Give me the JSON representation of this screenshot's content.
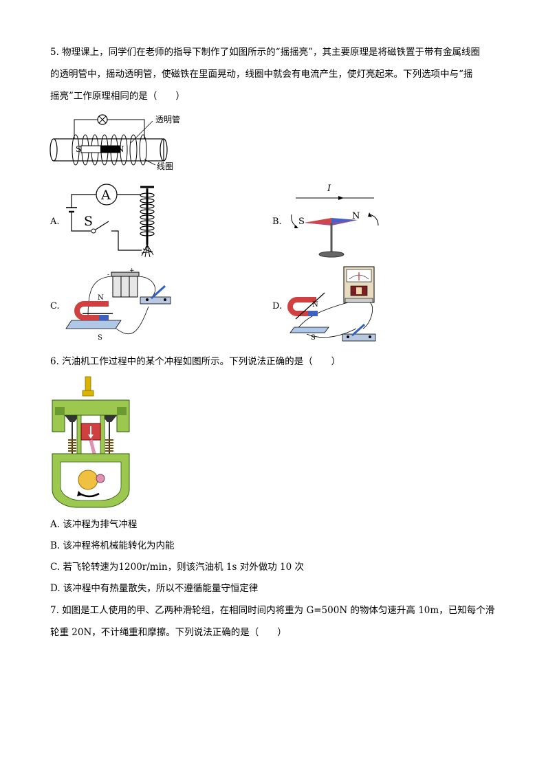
{
  "q5": {
    "line1": "5. 物理课上，同学们在老师的指导下制作了如图所示的“摇摇亮”，其主要原理是将磁铁置于带有金属线圈",
    "line2": "的透明管中，摇动透明管，使磁铁在里面晃动，线圈中就会有电流产生，使灯亮起来。下列选项中与“摇",
    "line3": "摇亮”工作原理相同的是（　　）",
    "fig_tube_label": "透明管",
    "fig_coil_label": "线圈",
    "fig_s": "S",
    "fig_n": "N",
    "opt_a": "A.",
    "opt_b": "B.",
    "opt_c": "C.",
    "opt_d": "D.",
    "a_ammeter": "A",
    "a_switch": "S",
    "b_current": "I",
    "b_s": "S",
    "b_n": "N",
    "c_n": "N",
    "c_s": "S",
    "d_n": "N",
    "d_s": "S"
  },
  "q6": {
    "stem": "6. 汽油机工作过程中的某个冲程如图所示。下列说法正确的是（　　）",
    "a": "A. 该冲程为排气冲程",
    "b": "B. 该冲程将机械能转化为内能",
    "c": "C. 若飞轮转速为1200r/min，则该汽油机 1s 对外做功 10 次",
    "d": "D. 该冲程中有热量散失，所以不遵循能量守恒定律"
  },
  "q7": {
    "line1": "7. 如图是工人使用的甲、乙两种滑轮组，在相同时间内将重为 G=500N 的物体匀速升高 10m，已知每个滑",
    "line2": "轮重 20N，不计绳重和摩擦。下列说法正确的是（　　）"
  }
}
